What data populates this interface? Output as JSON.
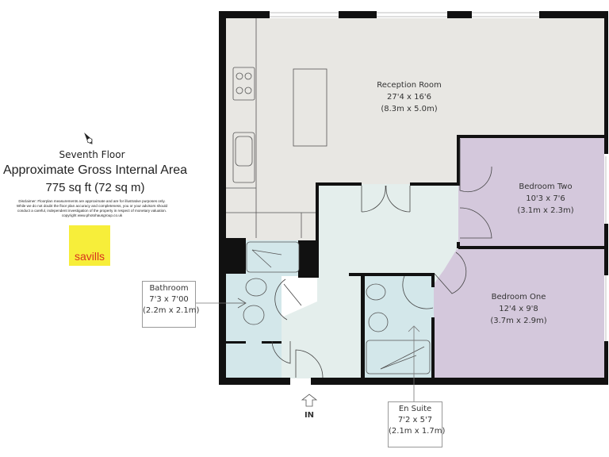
{
  "floor": "Seventh Floor",
  "area_title": "Approximate Gross Internal Area",
  "area_value": "775 sq ft (72 sq m)",
  "disclaimer": [
    "Disclaimer: Floorplan measurements are approximate and are for illustrative purposes only.",
    "While we do not doubt the floor plan accuracy and completeness, you or your advisors should",
    "conduct a careful, independent investigation of the property in respect of monetary valuation.",
    "copyright www.photohausgroup.co.uk"
  ],
  "logo": "savills",
  "entrance_label": "IN",
  "rooms": {
    "reception": {
      "name": "Reception Room",
      "imperial": "27'4 x 16'6",
      "metric": "(8.3m x 5.0m)"
    },
    "bedroom_two": {
      "name": "Bedroom Two",
      "imperial": "10'3 x 7'6",
      "metric": "(3.1m x 2.3m)"
    },
    "bedroom_one": {
      "name": "Bedroom One",
      "imperial": "12'4 x 9'8",
      "metric": "(3.7m x 2.9m)"
    },
    "bathroom": {
      "name": "Bathroom",
      "imperial": "7'3 x 7'00",
      "metric": "(2.2m x 2.1m)"
    },
    "en_suite": {
      "name": "En Suite",
      "imperial": "7'2 x 5'7",
      "metric": "(2.1m x 1.7m)"
    }
  },
  "colors": {
    "reception": "#e8e7e3",
    "bedrooms": "#d4c8dc",
    "hall": "#e4eeec",
    "wet_rooms": "#d3e7ea",
    "walls": "#111111",
    "logo_bg": "#f7ee3a",
    "logo_text": "#d8311f"
  }
}
